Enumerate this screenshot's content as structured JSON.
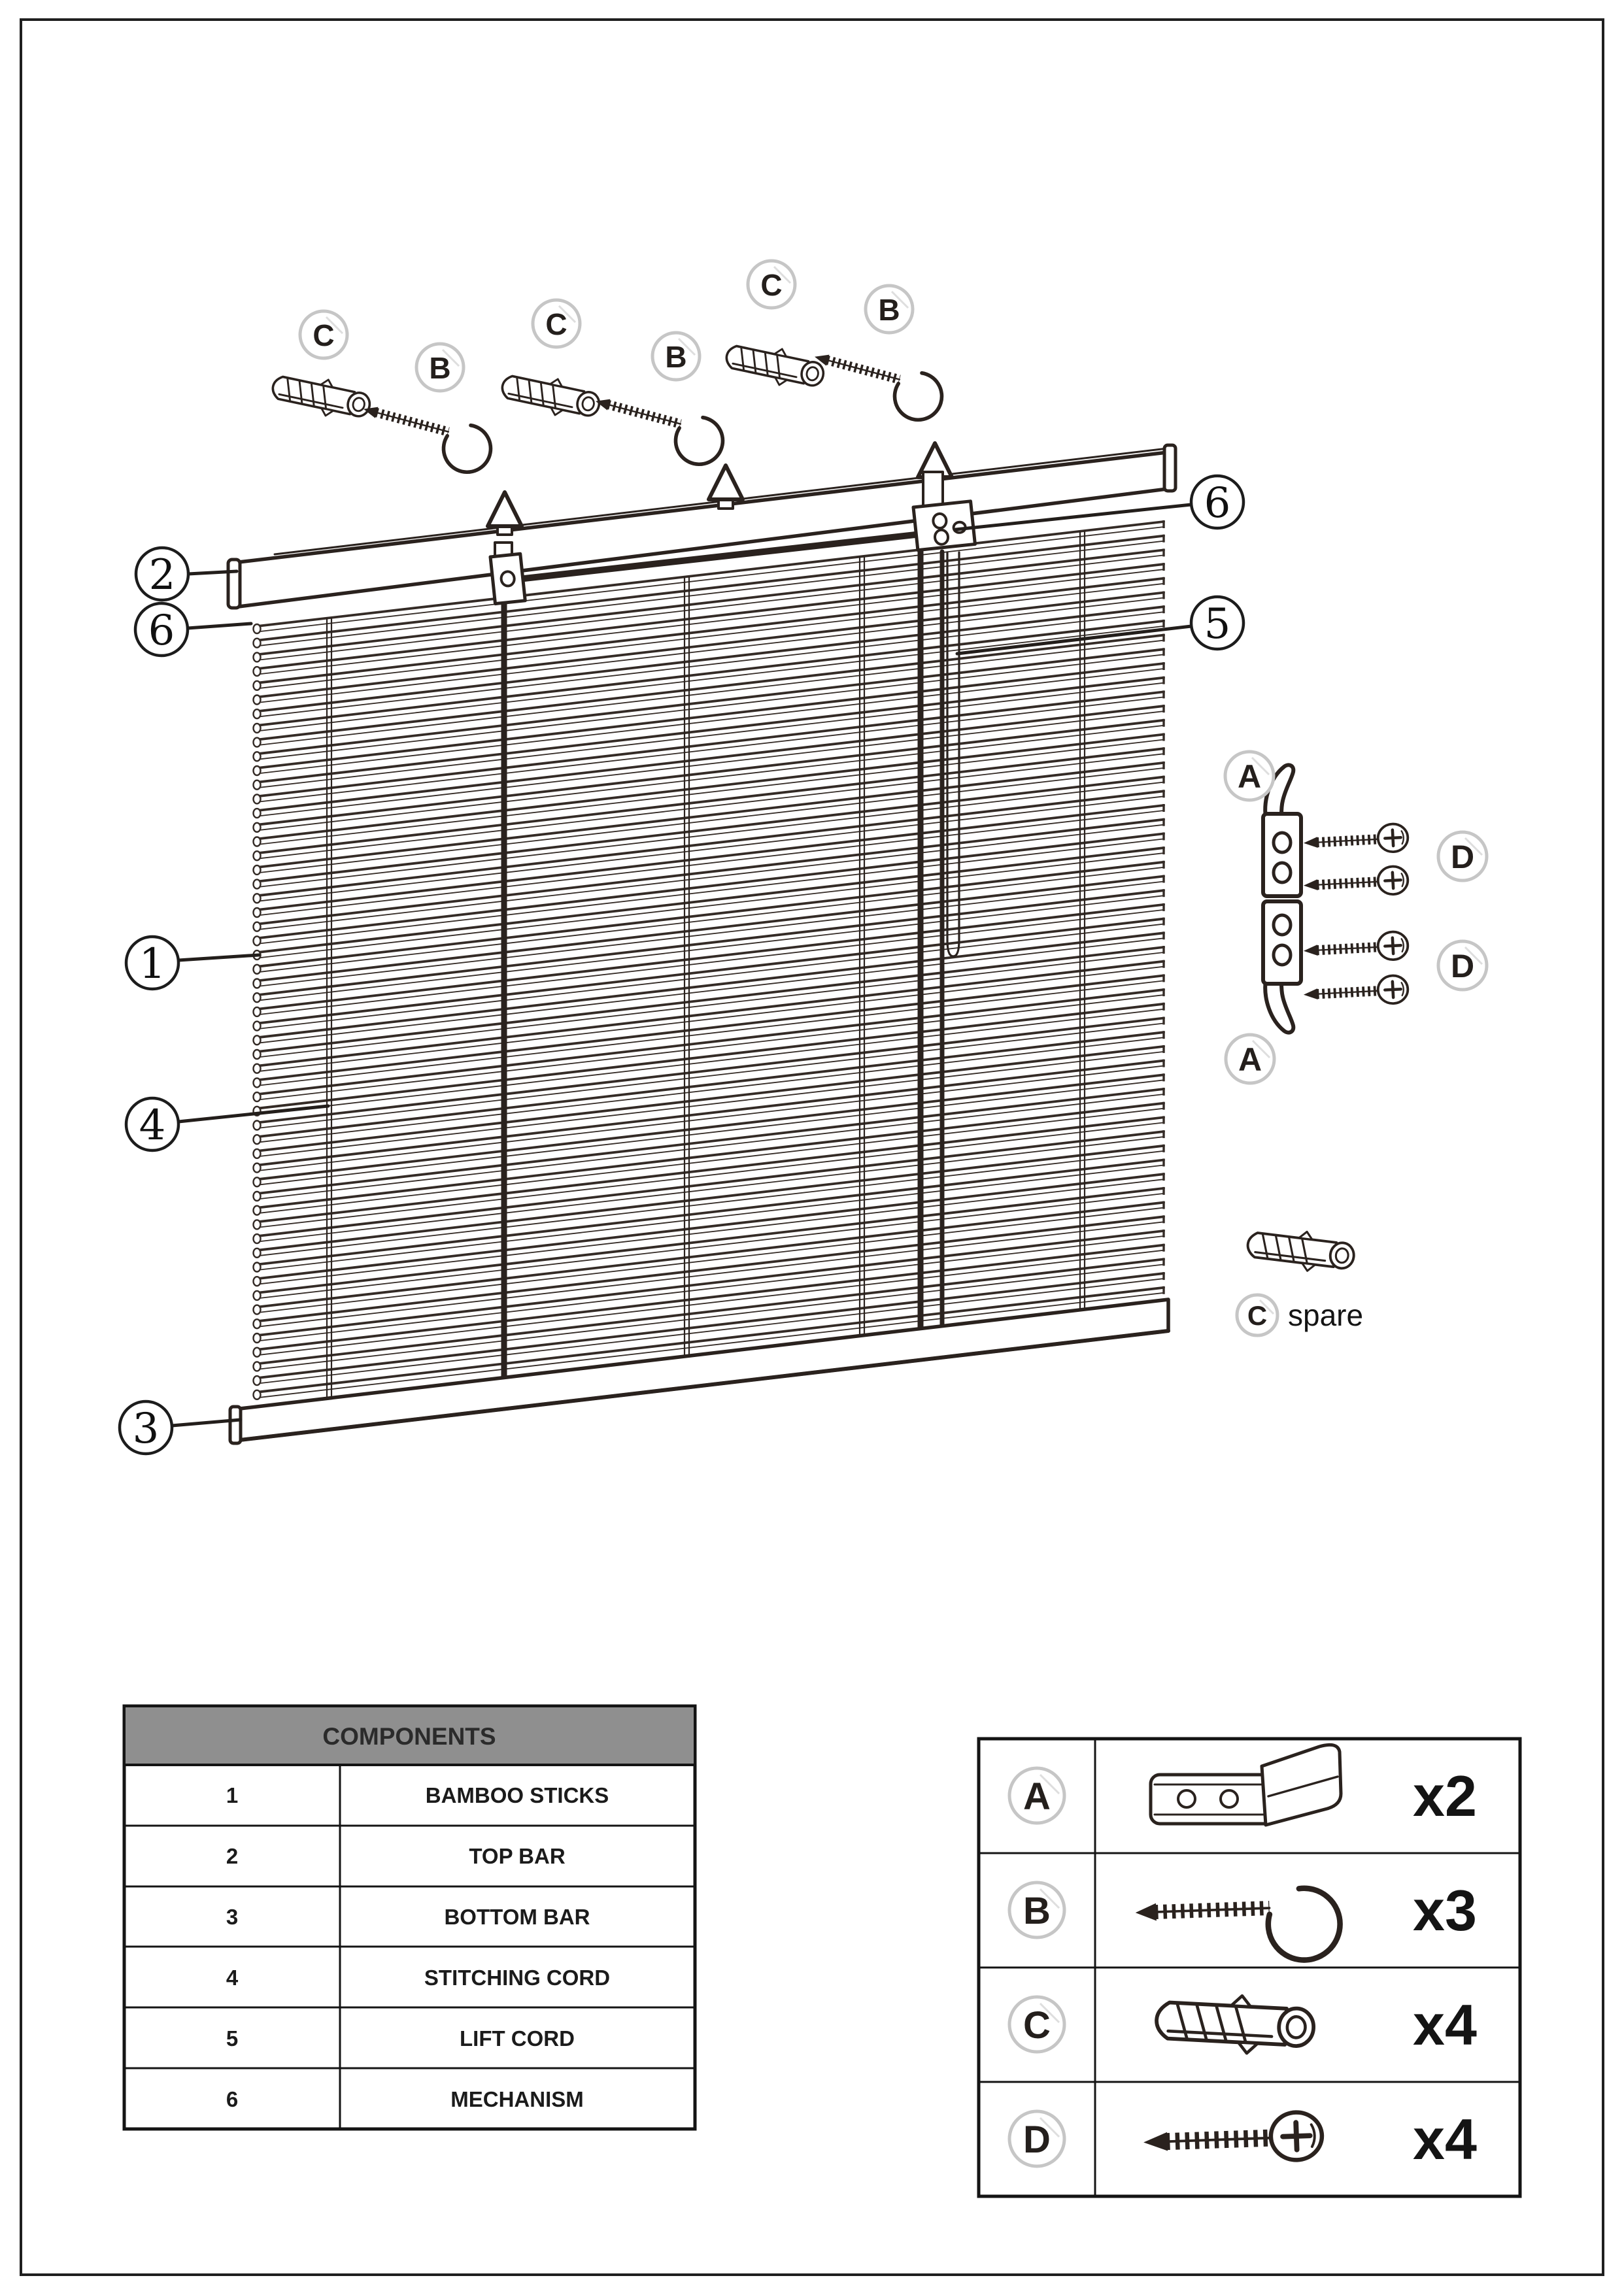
{
  "diagram": {
    "number_callouts": [
      {
        "id": "top-bar",
        "label": "2"
      },
      {
        "id": "mechanism-left",
        "label": "6"
      },
      {
        "id": "bamboo-sticks",
        "label": "1"
      },
      {
        "id": "stitching-cord",
        "label": "4"
      },
      {
        "id": "bottom-bar",
        "label": "3"
      },
      {
        "id": "mechanism-right",
        "label": "6"
      },
      {
        "id": "lift-cord",
        "label": "5"
      }
    ],
    "letter_callouts": [
      {
        "id": "wall-anchor-1",
        "label": "C"
      },
      {
        "id": "cup-hook-1",
        "label": "B"
      },
      {
        "id": "wall-anchor-2",
        "label": "C"
      },
      {
        "id": "cup-hook-2",
        "label": "B"
      },
      {
        "id": "wall-anchor-3",
        "label": "C"
      },
      {
        "id": "cup-hook-3",
        "label": "B"
      },
      {
        "id": "bracket-top",
        "label": "A"
      },
      {
        "id": "screws-top",
        "label": "D"
      },
      {
        "id": "bracket-bottom",
        "label": "A"
      },
      {
        "id": "screws-bottom",
        "label": "D"
      },
      {
        "id": "spare-anchor",
        "label": "C"
      }
    ],
    "spare_label": "spare"
  },
  "components_table": {
    "title": "COMPONENTS",
    "rows": [
      {
        "number": "1",
        "name": "BAMBOO STICKS"
      },
      {
        "number": "2",
        "name": "TOP BAR"
      },
      {
        "number": "3",
        "name": "BOTTOM BAR"
      },
      {
        "number": "4",
        "name": "STITCHING CORD"
      },
      {
        "number": "5",
        "name": "LIFT CORD"
      },
      {
        "number": "6",
        "name": "MECHANISM"
      }
    ]
  },
  "hardware_table": {
    "rows": [
      {
        "letter": "A",
        "icon": "mounting-bracket-icon",
        "qty": "x2"
      },
      {
        "letter": "B",
        "icon": "cup-hook-icon",
        "qty": "x3"
      },
      {
        "letter": "C",
        "icon": "wall-anchor-icon",
        "qty": "x4"
      },
      {
        "letter": "D",
        "icon": "screw-icon",
        "qty": "x4"
      }
    ]
  }
}
